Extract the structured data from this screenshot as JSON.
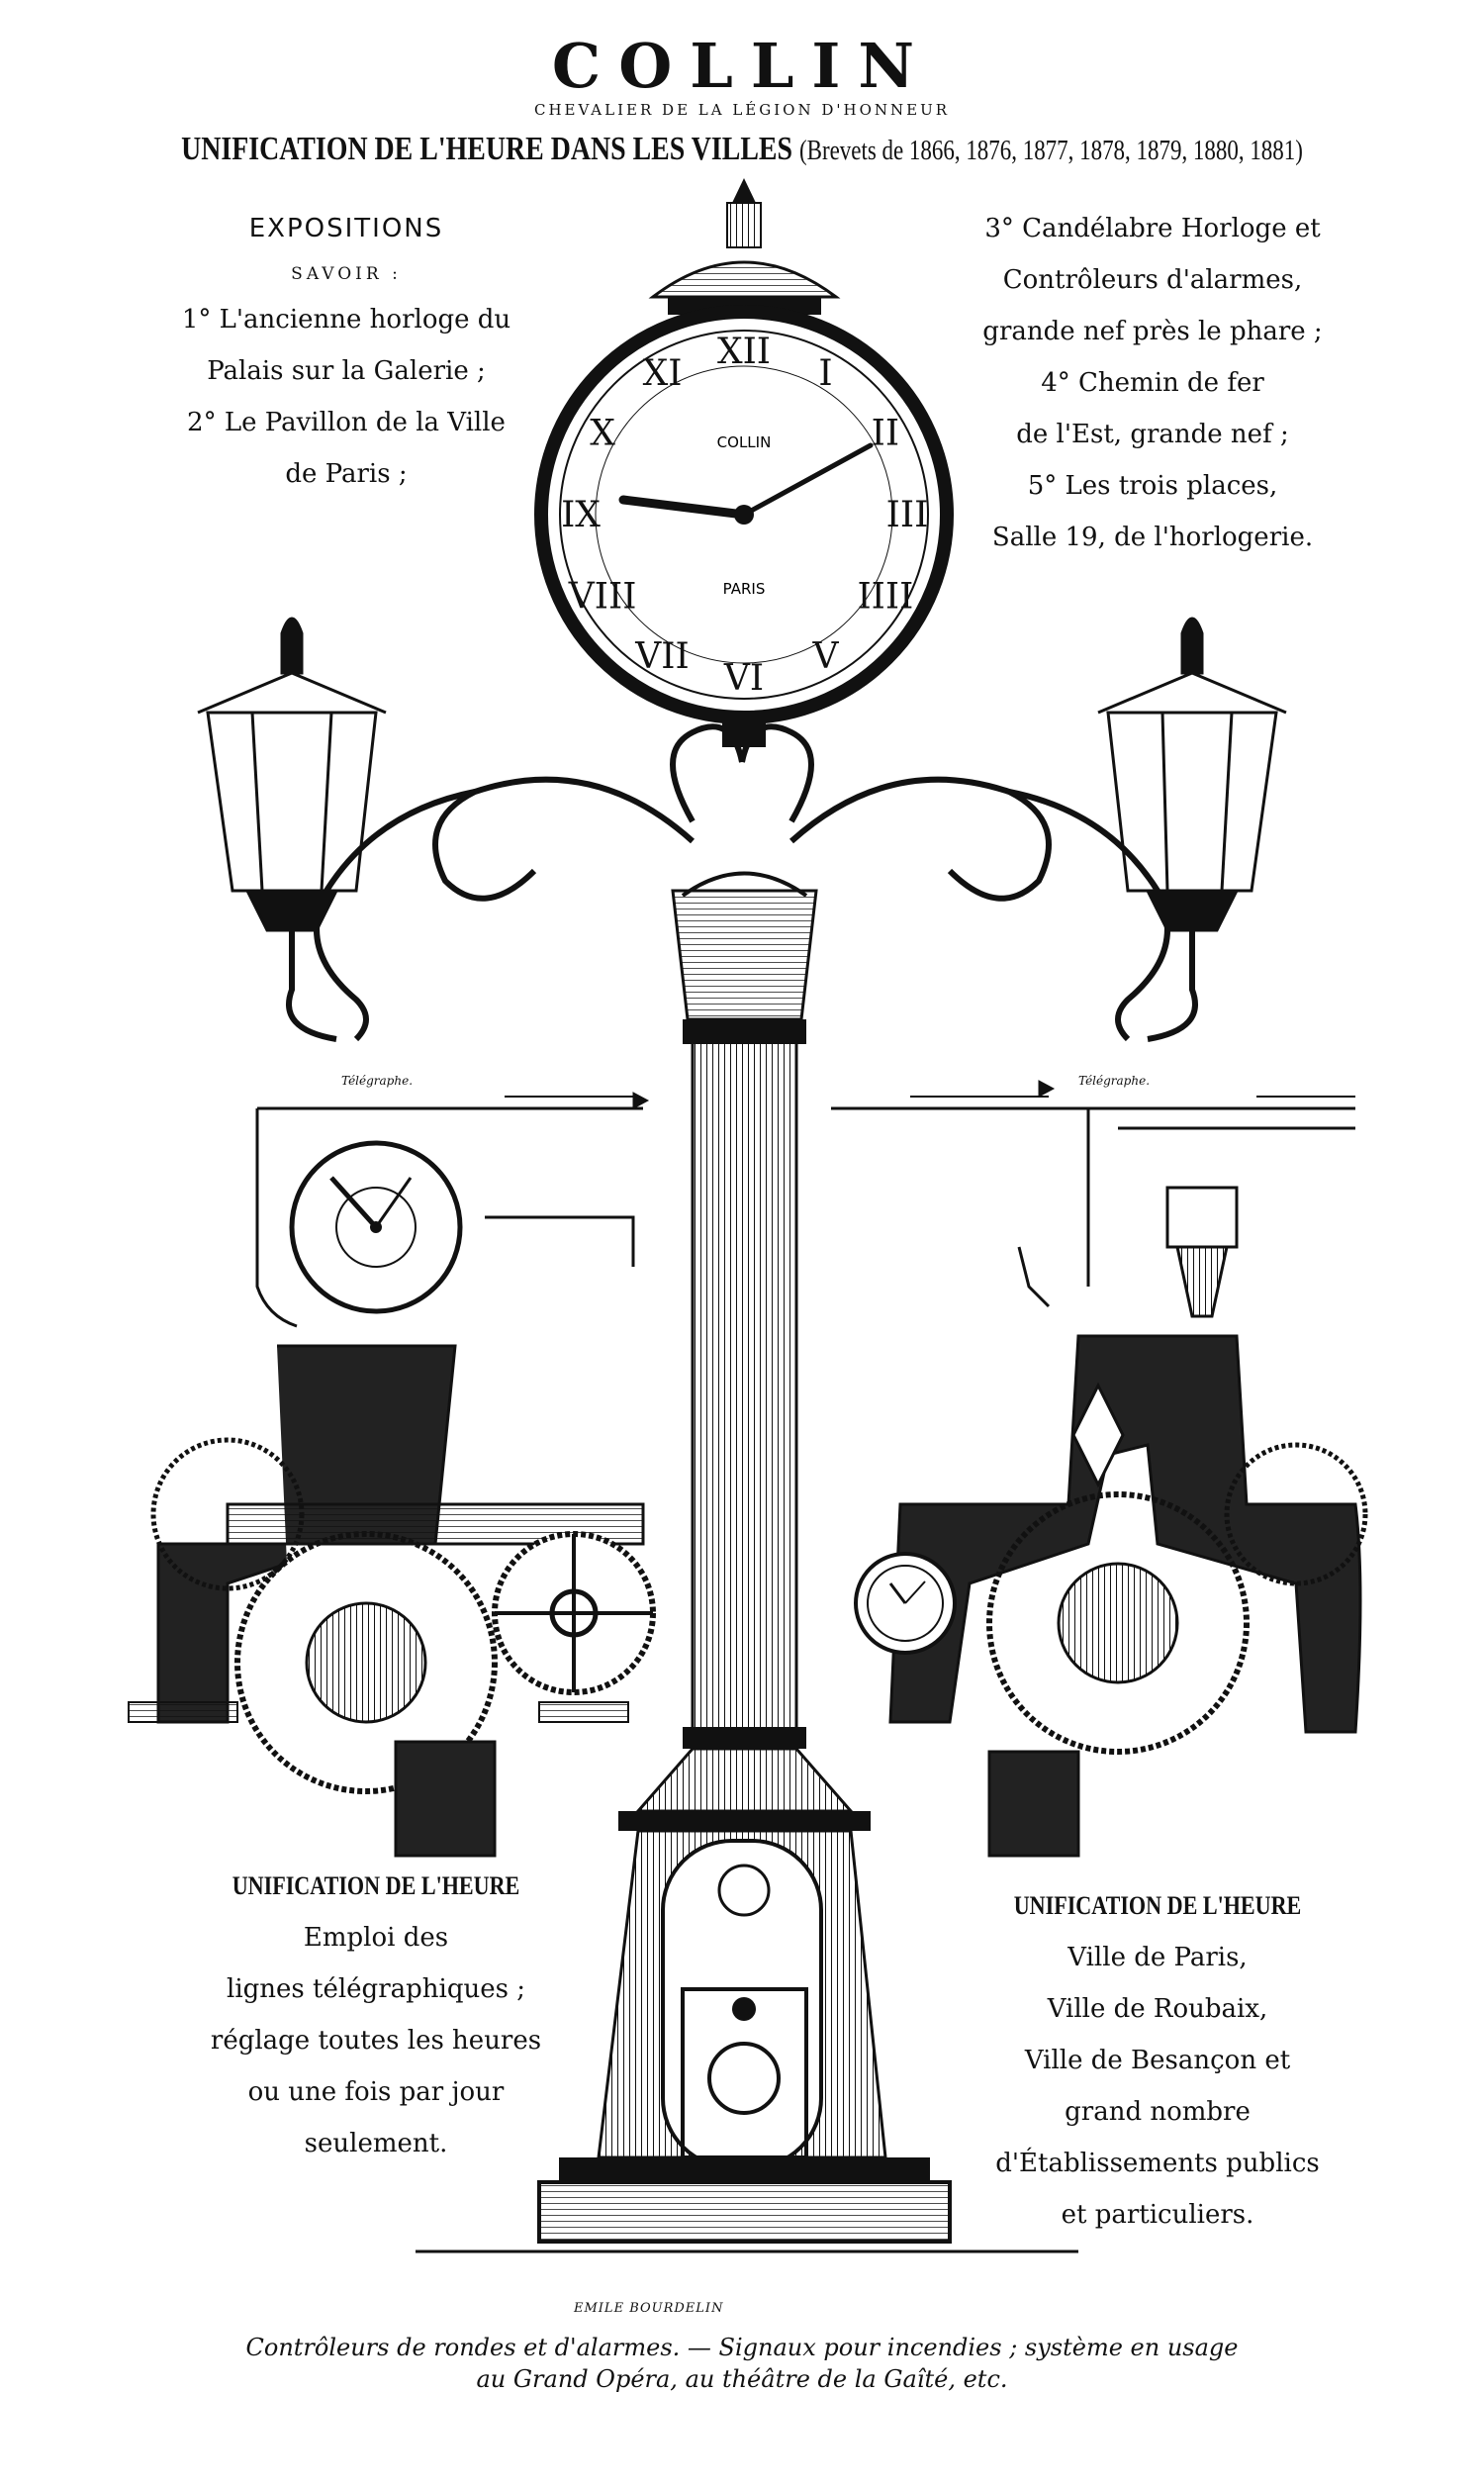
{
  "header": {
    "brand": "COLLIN",
    "subtitle": "CHEVALIER DE LA LÉGION D'HONNEUR",
    "headline_main": "UNIFICATION DE L'HEURE DANS LES VILLES",
    "headline_patents": "(Brevets de 1866, 1876, 1877, 1878, 1879, 1880, 1881)"
  },
  "expositions": {
    "title": "EXPOSITIONS",
    "savoir": "SAVOIR :",
    "left_lines": [
      "1° L'ancienne horloge du",
      "Palais sur la Galerie ;",
      "2° Le Pavillon de la Ville",
      "de Paris ;"
    ],
    "right_lines": [
      "3° Candélabre Horloge et",
      "Contrôleurs d'alarmes,",
      "grande nef près le phare ;",
      "4° Chemin de fer",
      "de l'Est, grande nef ;",
      "5° Les trois places,",
      "Salle 19, de l'horlogerie."
    ]
  },
  "clock": {
    "maker": "COLLIN",
    "city": "PARIS",
    "numerals": [
      "XII",
      "I",
      "II",
      "III",
      "IIII",
      "V",
      "VI",
      "VII",
      "VIII",
      "IX",
      "X",
      "XI"
    ]
  },
  "diagram": {
    "telegraph_left": "Télégraphe.",
    "telegraph_right": "Télégraphe."
  },
  "lower_left": {
    "title": "UNIFICATION DE L'HEURE",
    "lines": [
      "Emploi des",
      "lignes télégraphiques ;",
      "réglage toutes les heures",
      "ou une fois par jour",
      "seulement."
    ]
  },
  "lower_right": {
    "title": "UNIFICATION DE L'HEURE",
    "lines": [
      "Ville de Paris,",
      "Ville de Roubaix,",
      "Ville de Besançon et",
      "grand nombre",
      "d'Établissements publics",
      "et particuliers."
    ]
  },
  "signature": "EMILE BOURDELIN",
  "footer": {
    "line1": "Contrôleurs de rondes et d'alarmes. — Signaux pour incendies ; système en usage",
    "line2": "au Grand Opéra, au théâtre de la Gaîté, etc."
  },
  "colors": {
    "ink": "#111111",
    "paper": "#ffffff"
  }
}
